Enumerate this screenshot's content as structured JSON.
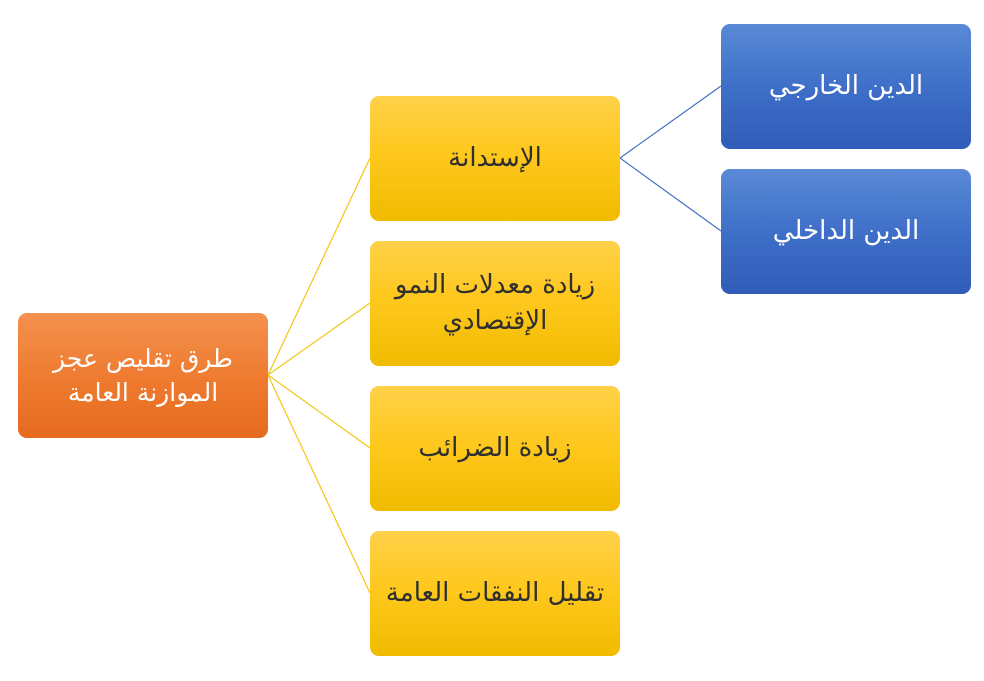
{
  "colors": {
    "root": "#ee7a2f",
    "mid": "#ffc81e",
    "leaf": "#3f6fc8",
    "mid_connector": "#f5c518",
    "leaf_connector": "#4472c4"
  },
  "root": {
    "label": "طرق تقليص عجز الموازنة العامة"
  },
  "branches": [
    {
      "label": "الإستدانة",
      "children": [
        {
          "label": "الدين الخارجي"
        },
        {
          "label": "الدين الداخلي"
        }
      ]
    },
    {
      "label": "زيادة معدلات النمو الإقتصادي"
    },
    {
      "label": "زيادة الضرائب"
    },
    {
      "label": "تقليل النفقات العامة"
    }
  ]
}
